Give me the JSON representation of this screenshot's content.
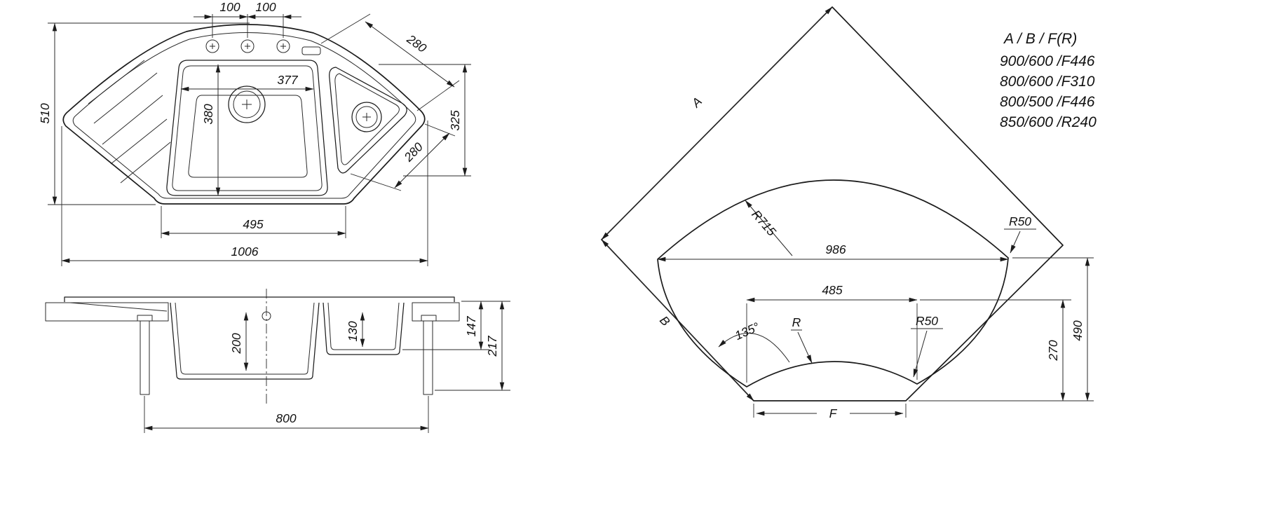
{
  "plan_view": {
    "dims": {
      "faucet_spacing_left": "100",
      "faucet_spacing_right": "100",
      "small_bowl_edge_top": "280",
      "main_bowl_width": "377",
      "main_bowl_length": "380",
      "right_side_depth": "325",
      "small_bowl_edge_bottom": "280",
      "overall_depth": "510",
      "bottom_edge_width": "495",
      "overall_width": "1006"
    }
  },
  "section_view": {
    "dims": {
      "main_bowl_depth": "200",
      "small_bowl_depth": "130",
      "rim_height": "147",
      "overall_height": "217",
      "cabinet_width": "800"
    }
  },
  "cutout_view": {
    "edge_labels": {
      "a": "A",
      "b": "B",
      "f": "F",
      "r": "R"
    },
    "dims": {
      "back_radius": "R715",
      "corner_radius_right": "R50",
      "corner_radius_front": "R50",
      "width": "986",
      "front_flat_width": "485",
      "depth": "490",
      "front_depth": "270",
      "angle": "135°"
    },
    "spec_table": {
      "header": "A / B / F(R)",
      "rows": [
        "900/600 /F446",
        "800/600 /F310",
        "800/500 /F446",
        "850/600 /R240"
      ]
    }
  }
}
